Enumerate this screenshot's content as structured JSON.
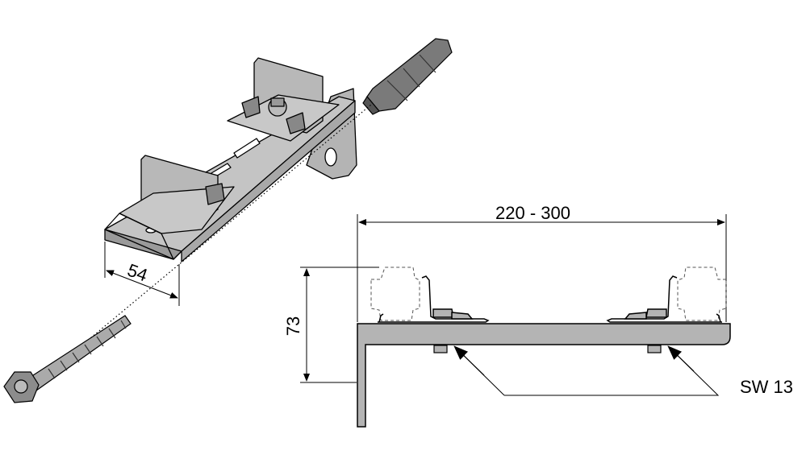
{
  "dimensions": {
    "width_range": "220 - 300",
    "height": "73",
    "bracket_width": "54",
    "wrench_size": "SW 13"
  },
  "colors": {
    "metal": "#b4b4b4",
    "dark_metal": "#8c8c8c",
    "dowel": "#7a7a7a",
    "line": "#000000"
  }
}
